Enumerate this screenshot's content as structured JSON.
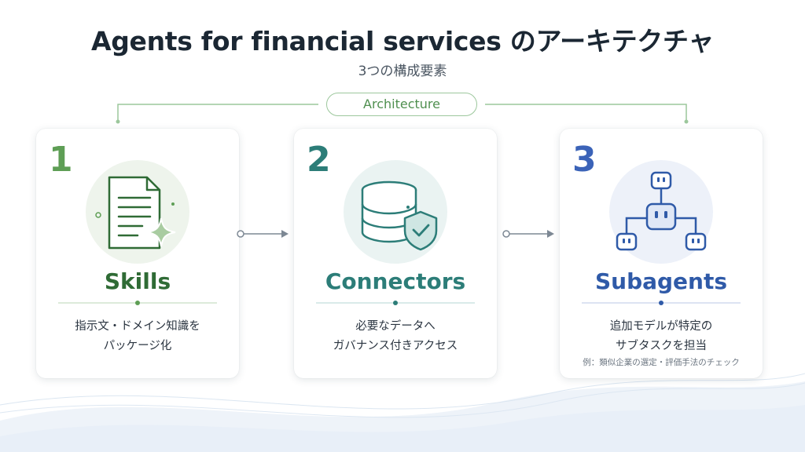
{
  "title": "Agents for financial services のアーキテクチャ",
  "subtitle": "3つの構成要素",
  "architecture_label": "Architecture",
  "colors": {
    "green": "#2f6b35",
    "green_number": "#5e9e55",
    "teal": "#2c7d78",
    "blue": "#2f5aa8",
    "blue_number": "#3b63b8",
    "arrow": "#7d8894"
  },
  "cards": [
    {
      "number": "1",
      "title": "Skills",
      "icon": "document-sparkle-icon",
      "description_lines": [
        "指示文・ドメイン知識を",
        "パッケージ化"
      ]
    },
    {
      "number": "2",
      "title": "Connectors",
      "icon": "database-shield-icon",
      "description_lines": [
        "必要なデータへ",
        "ガバナンス付きアクセス"
      ]
    },
    {
      "number": "3",
      "title": "Subagents",
      "icon": "agent-tree-icon",
      "description_lines": [
        "追加モデルが特定の",
        "サブタスクを担当"
      ],
      "example": "例：類似企業の選定・評価手法のチェック"
    }
  ]
}
